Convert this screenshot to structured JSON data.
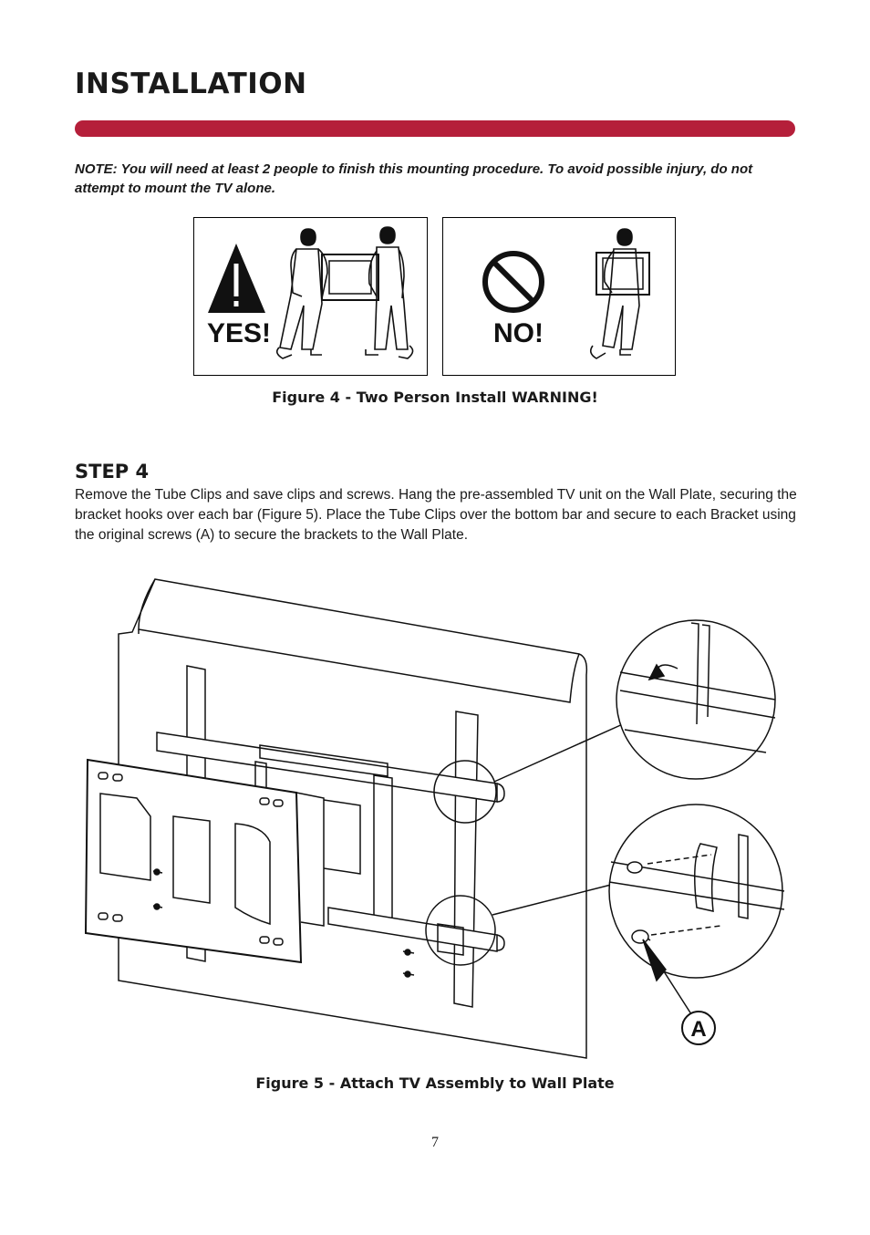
{
  "page": {
    "title": "INSTALLATION",
    "accent_color": "#b51f3a",
    "note": "NOTE: You will need at least 2 people to finish this mounting procedure. To avoid possible injury, do not attempt to mount the TV alone.",
    "figure4": {
      "yes_label": "YES!",
      "no_label": "NO!",
      "caption": "Figure 4 - Two Person Install WARNING!"
    },
    "step": {
      "heading": "STEP 4",
      "text": "Remove the Tube Clips and save clips and screws. Hang the pre-assembled TV unit on the Wall Plate, securing the bracket hooks over each bar (Figure 5). Place the Tube Clips over the bottom bar and secure to each Bracket using the original screws (A) to secure the brackets to the Wall Plate."
    },
    "figure5": {
      "callout_label": "A",
      "caption": "Figure 5 - Attach TV Assembly to Wall Plate"
    },
    "page_number": "7"
  }
}
